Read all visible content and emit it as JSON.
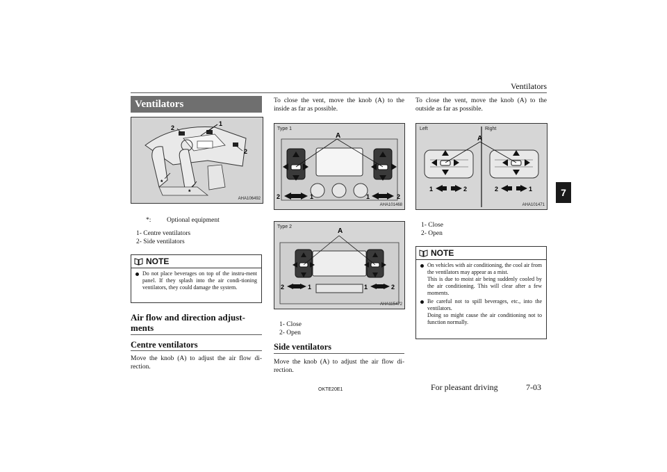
{
  "header": {
    "section_title": "Ventilators",
    "chapter_number": "7"
  },
  "col1": {
    "banner_title": "Ventilators",
    "figure_code": "AHA106492",
    "figure_labels": {
      "one": "1",
      "two_a": "2",
      "two_b": "2",
      "star_a": "*",
      "star_b": "*"
    },
    "optional_key": "*:",
    "optional_text": "Optional equipment",
    "list": [
      {
        "num": "1-",
        "text": "Centre ventilators"
      },
      {
        "num": "2-",
        "text": "Side ventilators"
      }
    ],
    "note": {
      "heading": "NOTE",
      "items": [
        "Do not place beverages on top of the instru-ment panel. If they splash into the air condi-tioning ventilators, they could damage the system."
      ]
    },
    "section_heading": "Air flow and direction adjust-ments",
    "subheading": "Centre ventilators",
    "body": "Move the knob (A) to adjust the air flow di-rection."
  },
  "col2": {
    "intro": "To close the vent, move the knob (A) to the inside as far as possible.",
    "fig1": {
      "type_label": "Type 1",
      "code": "AHA101468",
      "labels": {
        "a": "A",
        "n2l": "2",
        "n1l": "1",
        "n1r": "1",
        "n2r": "2"
      }
    },
    "fig2": {
      "type_label": "Type 2",
      "code": "AHA115472",
      "labels": {
        "a": "A",
        "n2l": "2",
        "n1l": "1",
        "n1r": "1",
        "n2r": "2"
      }
    },
    "list": [
      {
        "num": "1-",
        "text": "Close"
      },
      {
        "num": "2-",
        "text": "Open"
      }
    ],
    "subheading": "Side ventilators",
    "body": "Move the knob (A) to adjust the air flow di-rection."
  },
  "col3": {
    "intro": "To close the vent, move the knob (A) to the outside as far as possible.",
    "fig": {
      "left_label": "Left",
      "right_label": "Right",
      "code": "AHA101471",
      "labels": {
        "a": "A",
        "n1l": "1",
        "n2l": "2",
        "n2r": "2",
        "n1r": "1"
      }
    },
    "list": [
      {
        "num": "1-",
        "text": "Close"
      },
      {
        "num": "2-",
        "text": "Open"
      }
    ],
    "note": {
      "heading": "NOTE",
      "items": [
        "On vehicles with air conditioning, the cool air from the ventilators may appear as a mist.\nThis is due to moist air being suddenly cooled by the air conditioning. This will clear after a few moments.",
        "Be careful not to spill beverages, etc., into the ventilators.\nDoing so might cause the air conditioning not to function normally."
      ]
    }
  },
  "footer": {
    "code": "OKTE20E1",
    "section": "For pleasant driving",
    "page": "7-03"
  }
}
